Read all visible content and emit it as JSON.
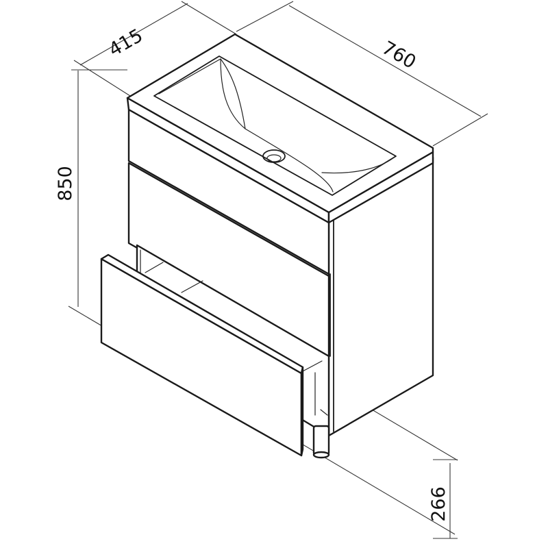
{
  "dimensions": {
    "depth": "415",
    "width": "760",
    "height": "850",
    "drawer_opening_height": "266"
  }
}
